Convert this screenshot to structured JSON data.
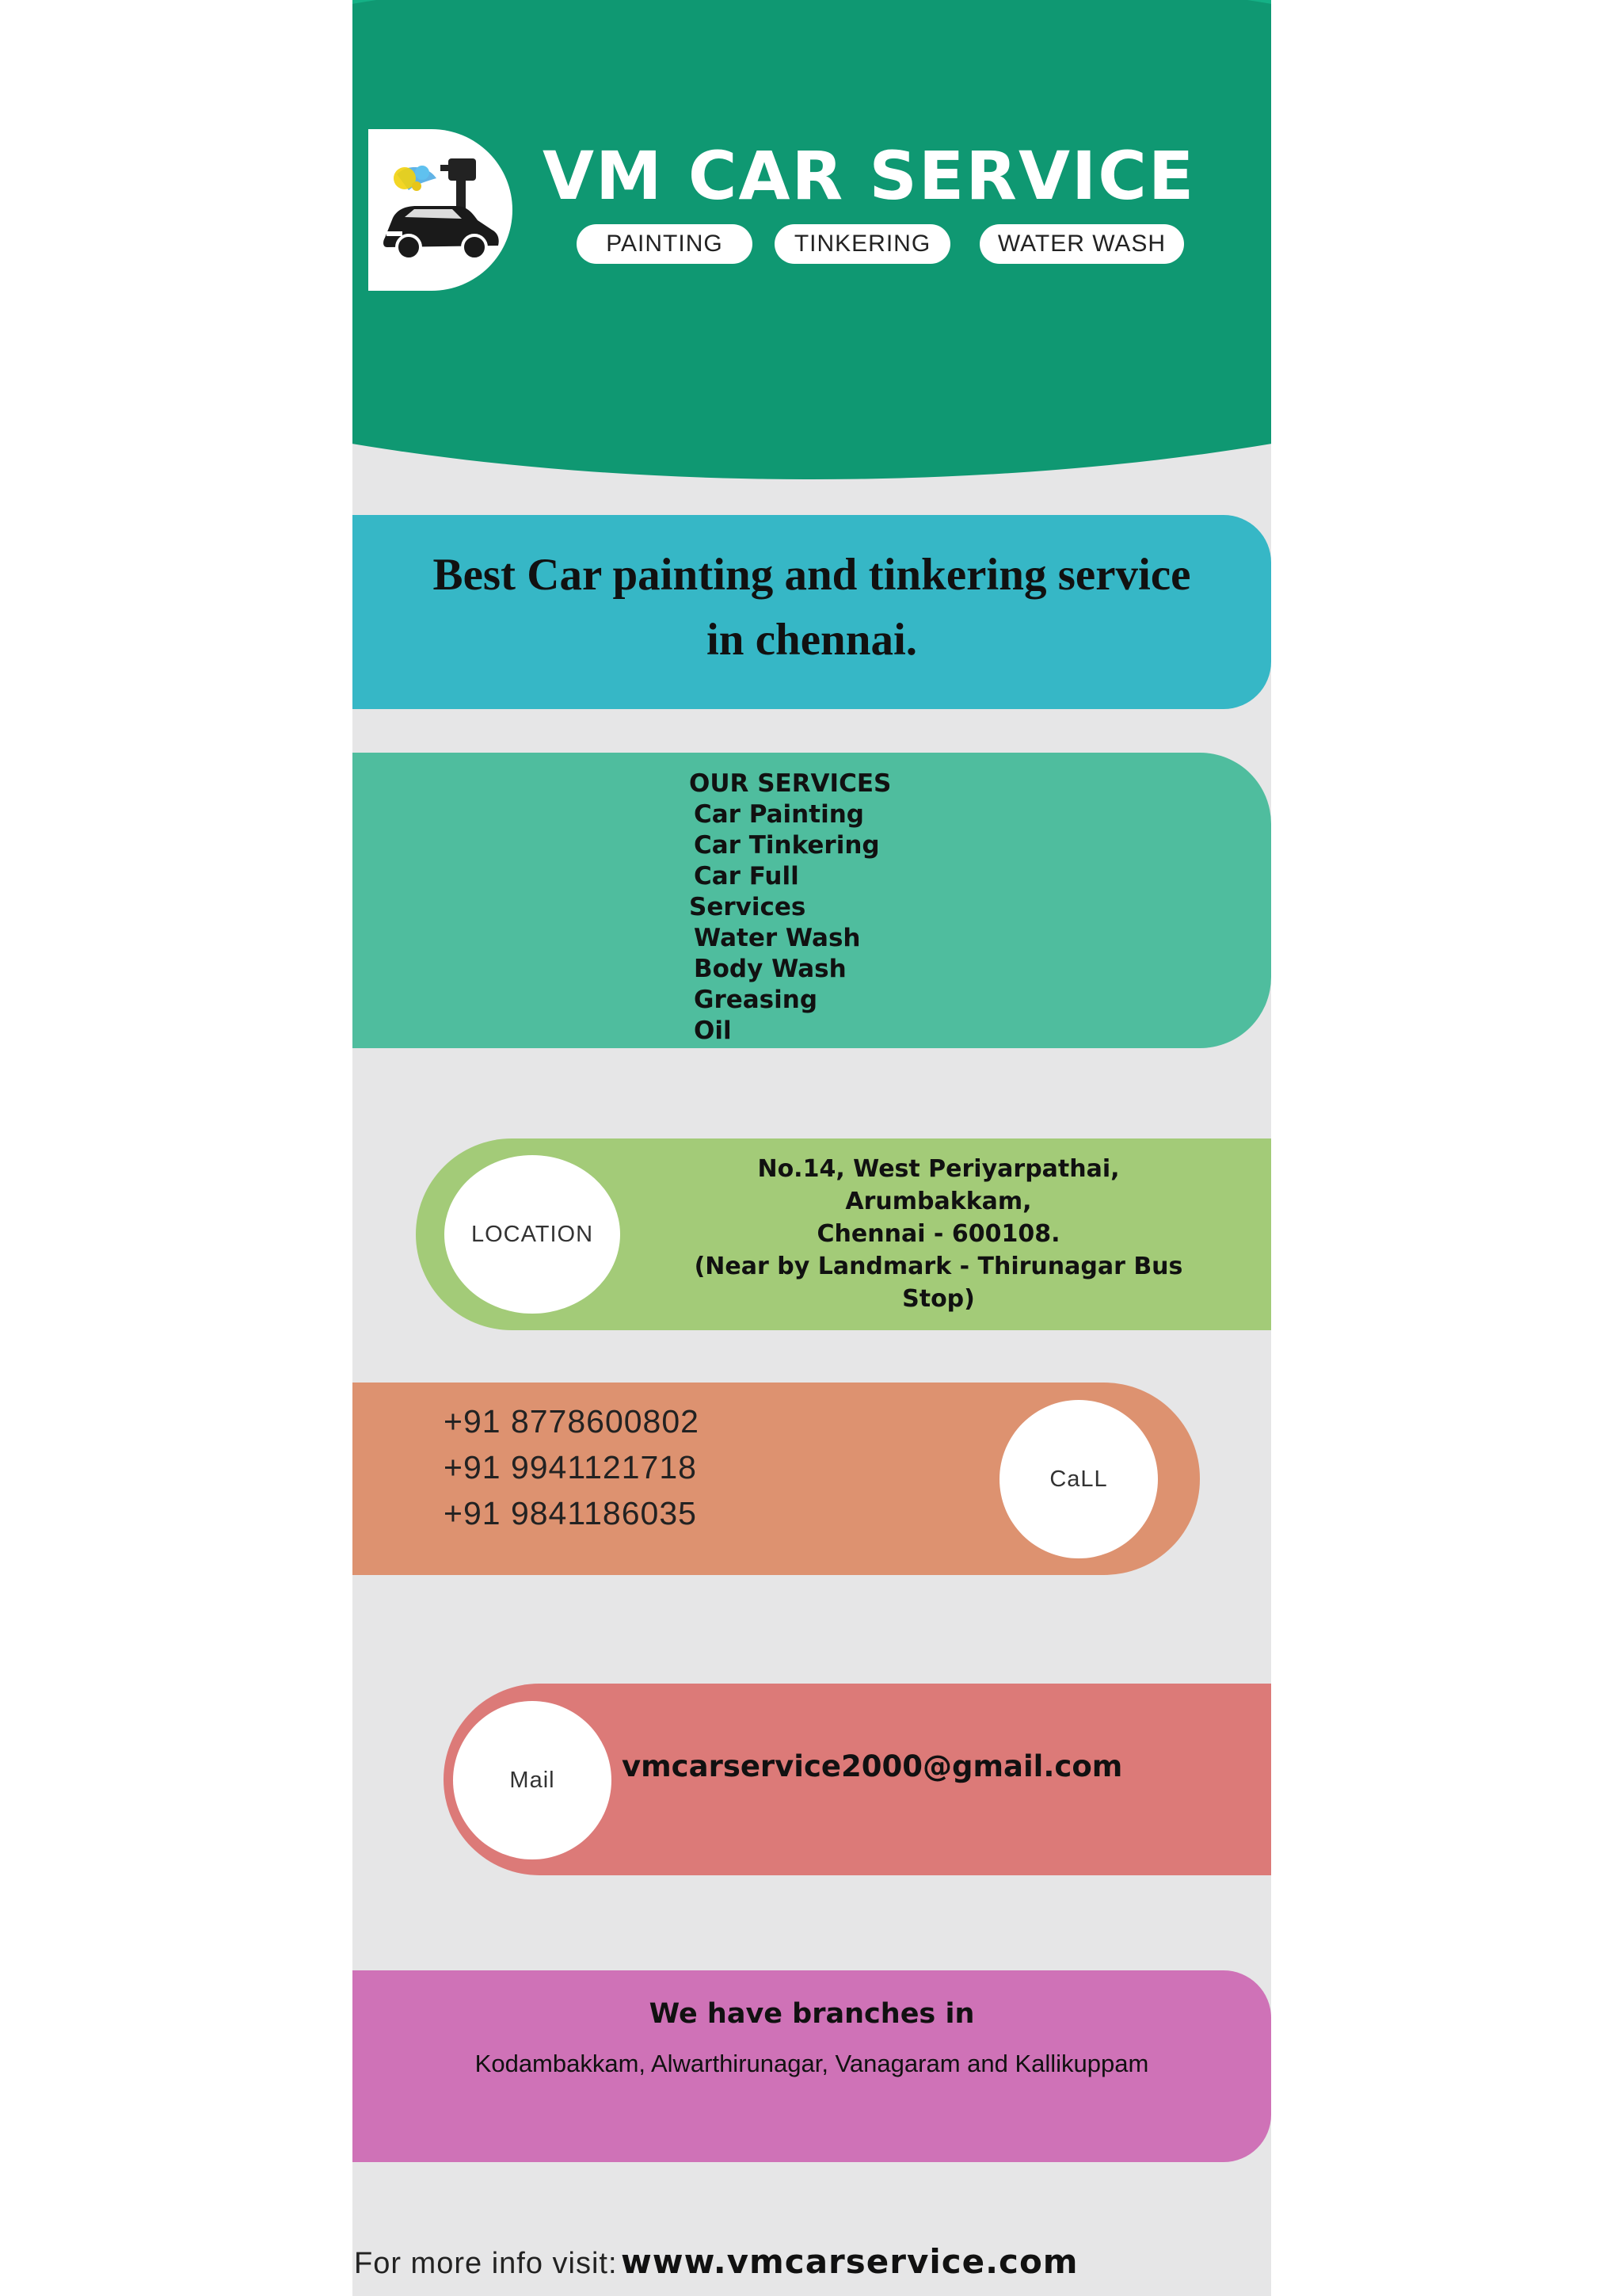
{
  "brand": {
    "name": "VM CAR SERVICE",
    "pills": [
      "PAINTING",
      "TINKERING",
      "WATER WASH"
    ]
  },
  "tagline": {
    "line1": "Best Car painting and tinkering service",
    "line2": "in  chennai."
  },
  "services": {
    "heading": "OUR SERVICES",
    "items": [
      "Car Painting",
      "Car Tinkering",
      "Car Full",
      "Services",
      "Water Wash",
      "Body Wash",
      "Greasing",
      "Oil"
    ]
  },
  "location": {
    "label": "LOCATION",
    "lines": [
      "No.14, West Periyarpathai,",
      "Arumbakkam,",
      "Chennai - 600108.",
      "(Near by Landmark - Thirunagar Bus",
      "Stop)"
    ]
  },
  "call": {
    "label": "CaLL",
    "phones": [
      "+91 8778600802",
      "+91 9941121718",
      "+91 9841186035"
    ]
  },
  "mail": {
    "label": "Mail",
    "address": "vmcarservice2000@gmail.com"
  },
  "branches": {
    "title": "We have branches in",
    "list": "Kodambakkam, Alwarthirunagar, Vanagaram and Kallikuppam"
  },
  "footer": {
    "label": "For more info visit:",
    "url": "www.vmcarservice.com"
  },
  "colors": {
    "header_green": "#0f9872",
    "tagline_blue": "#36b7c6",
    "services_teal": "#4fbd9e",
    "location_green": "#a3cb78",
    "call_orange": "#dd9270",
    "mail_red": "#dc7a78",
    "branches_pink": "#cf72b7"
  },
  "icons": {
    "logo": "car-spray-gun-icon"
  }
}
